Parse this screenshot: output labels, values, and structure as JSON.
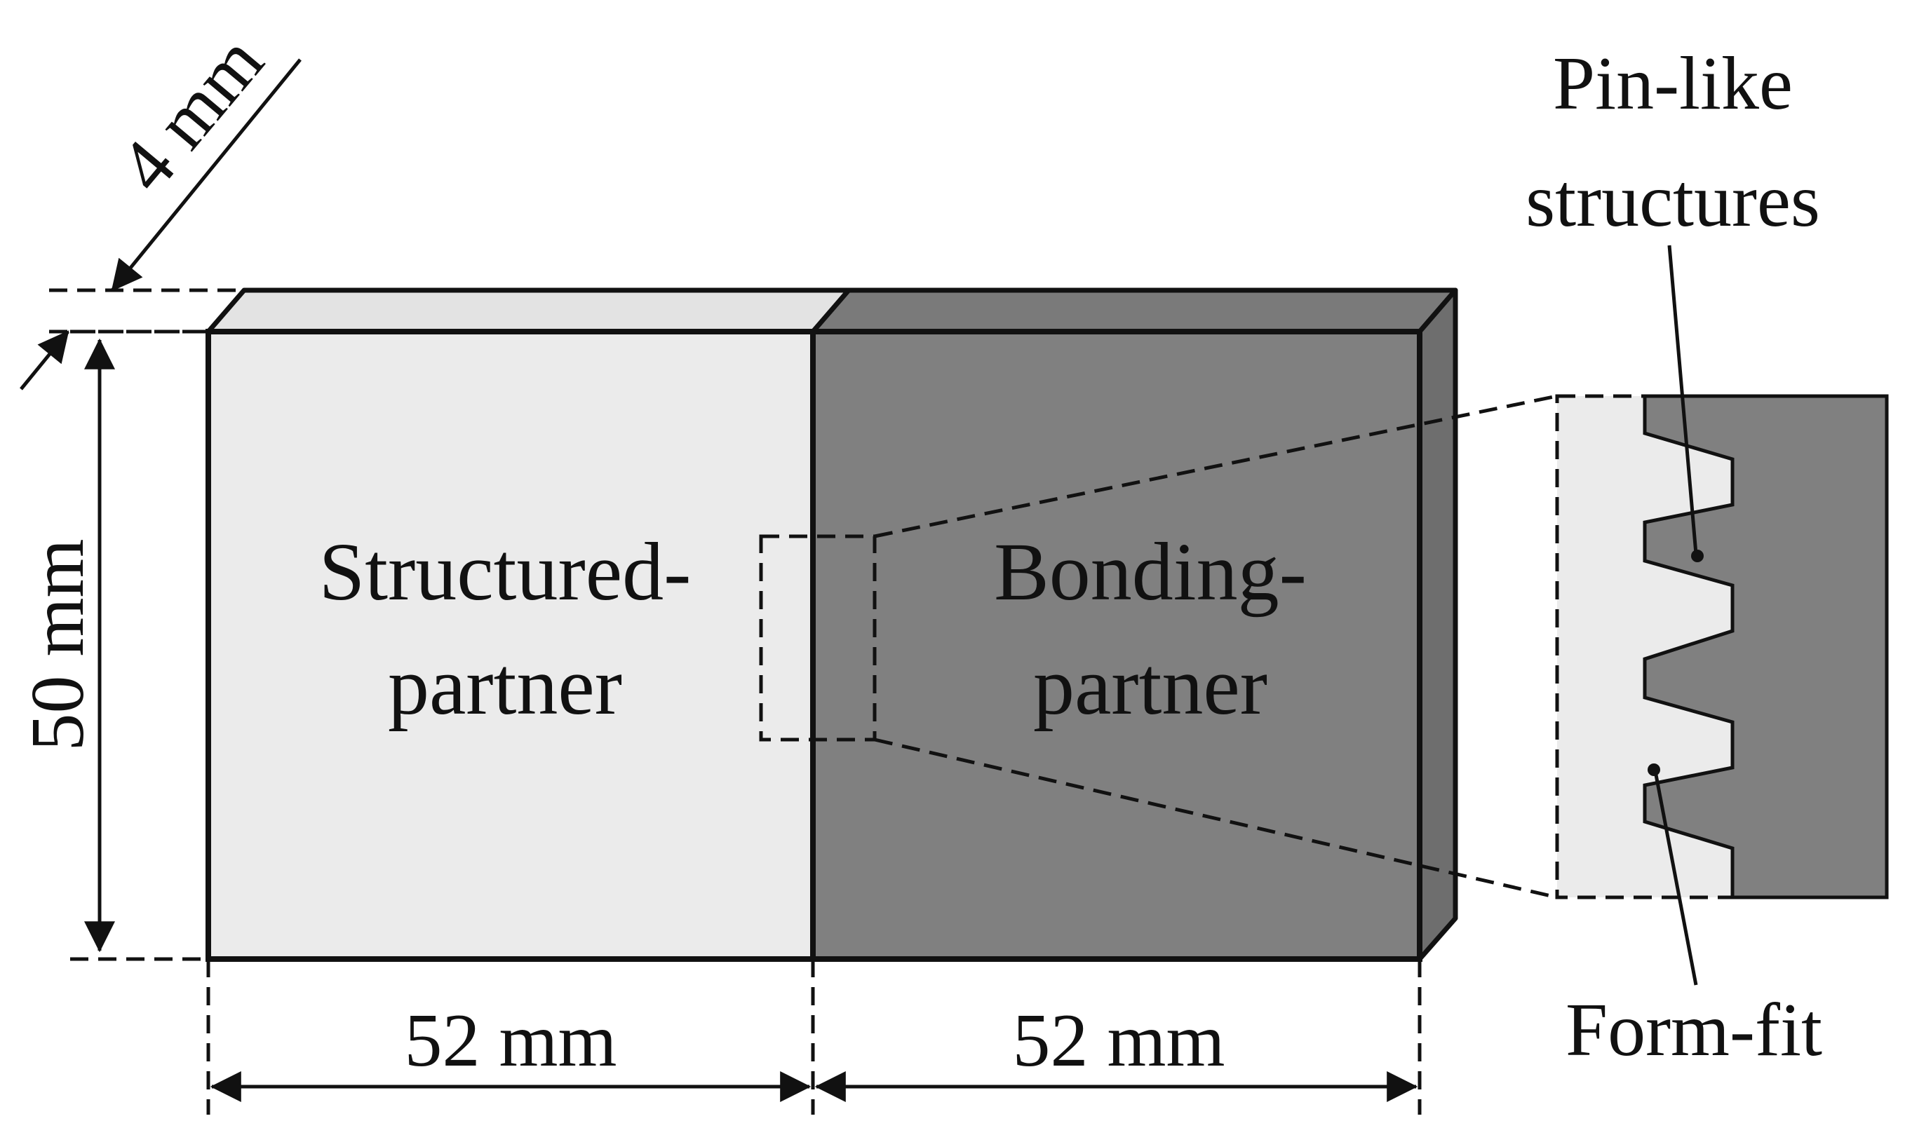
{
  "labels": {
    "structured_line1": "Structured-",
    "structured_line2": "partner",
    "bonding_line1": "Bonding-",
    "bonding_line2": "partner",
    "pin_line1": "Pin-like",
    "pin_line2": "structures",
    "form_fit": "Form-fit"
  },
  "dimensions": {
    "thickness": "4 mm",
    "height": "50 mm",
    "width_left": "52 mm",
    "width_right": "52 mm"
  },
  "colors": {
    "structured_partner": "#ebebeb",
    "structured_top": "#e3e3e3",
    "bonding_partner": "#808080",
    "bonding_top": "#7a7a7a",
    "bonding_side": "#6e6e6e",
    "outline": "#111111"
  }
}
